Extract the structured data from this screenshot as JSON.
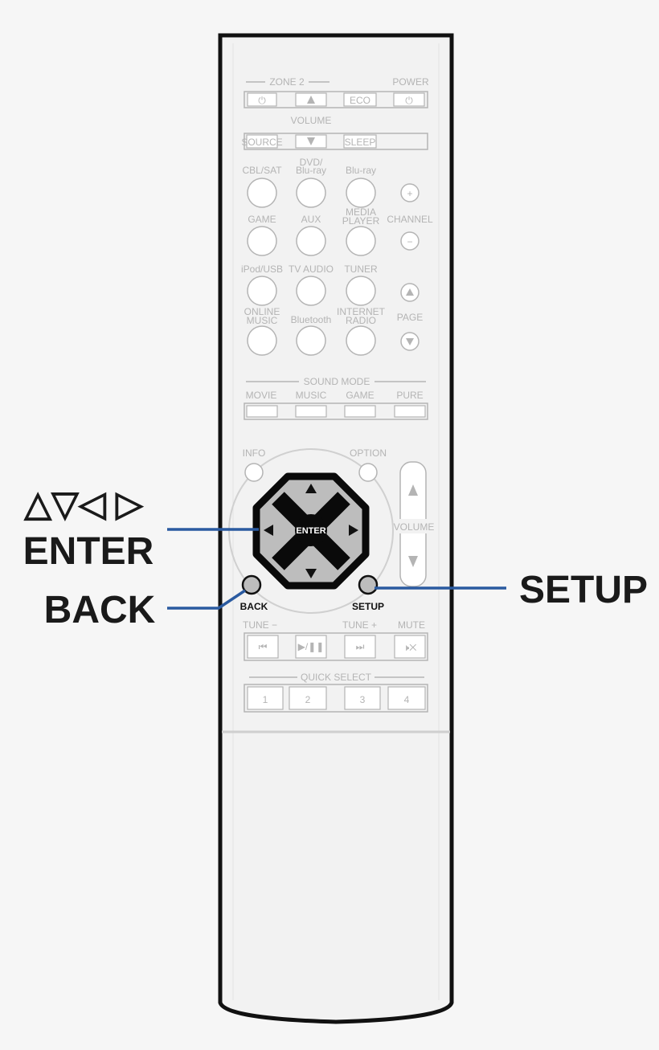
{
  "callouts": {
    "arrows_symbol": "△▽◁ ▷",
    "enter": "ENTER",
    "back": "BACK",
    "setup": "SETUP"
  },
  "remote": {
    "zone2": "ZONE 2",
    "power": "POWER",
    "eco": "ECO",
    "volume": "VOLUME",
    "source": "SOURCE",
    "sleep": "SLEEP",
    "sources": {
      "cbl_sat": "CBL/SAT",
      "dvd_l1": "DVD/",
      "dvd_l2": "Blu-ray",
      "bluray": "Blu-ray",
      "game": "GAME",
      "aux": "AUX",
      "media_l1": "MEDIA",
      "media_l2": "PLAYER",
      "ipod_usb": "iPod/USB",
      "tv_audio": "TV AUDIO",
      "tuner": "TUNER",
      "online_l1": "ONLINE",
      "online_l2": "MUSIC",
      "bluetooth": "Bluetooth",
      "internet_l1": "INTERNET",
      "internet_l2": "RADIO"
    },
    "channel": "CHANNEL",
    "page": "PAGE",
    "sound_mode": "SOUND MODE",
    "modes": {
      "movie": "MOVIE",
      "music": "MUSIC",
      "game": "GAME",
      "pure": "PURE"
    },
    "info": "INFO",
    "option": "OPTION",
    "enter": "ENTER",
    "volume_side": "VOLUME",
    "back": "BACK",
    "setup": "SETUP",
    "tune_minus": "TUNE −",
    "tune_plus": "TUNE +",
    "mute": "MUTE",
    "quick_select": "QUICK SELECT",
    "qs": [
      "1",
      "2",
      "3",
      "4"
    ]
  }
}
